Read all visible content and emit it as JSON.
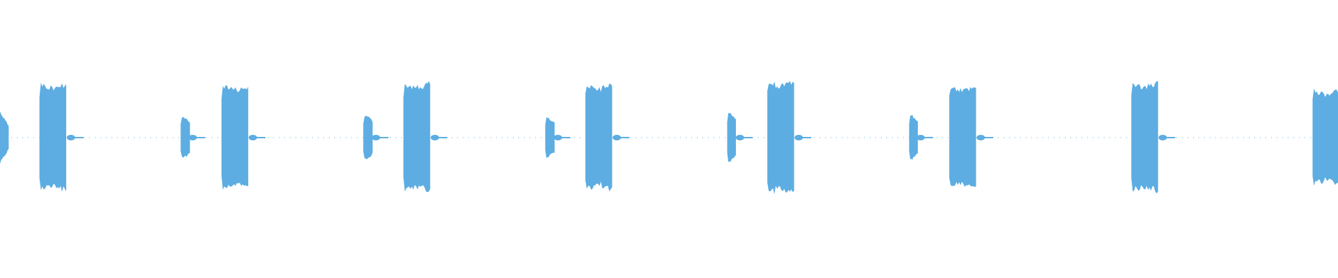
{
  "waveform": {
    "color": "#5dade2",
    "clip_fraction": 0.01,
    "bursts": [
      {
        "kind": "tail",
        "start": 0.0,
        "end": 0.0065,
        "amplitude": 0.42
      },
      {
        "kind": "large",
        "start": 0.0295,
        "end": 0.0495,
        "amplitude": 0.92
      },
      {
        "kind": "small",
        "start": 0.135,
        "end": 0.142,
        "amplitude": 0.36
      },
      {
        "kind": "large",
        "start": 0.1655,
        "end": 0.1855,
        "amplitude": 0.88
      },
      {
        "kind": "small",
        "start": 0.2715,
        "end": 0.2785,
        "amplitude": 0.38
      },
      {
        "kind": "large",
        "start": 0.3015,
        "end": 0.3215,
        "amplitude": 0.93
      },
      {
        "kind": "small",
        "start": 0.4075,
        "end": 0.4145,
        "amplitude": 0.34
      },
      {
        "kind": "large",
        "start": 0.4375,
        "end": 0.4575,
        "amplitude": 0.9
      },
      {
        "kind": "small",
        "start": 0.5435,
        "end": 0.55,
        "amplitude": 0.42
      },
      {
        "kind": "large",
        "start": 0.5735,
        "end": 0.5935,
        "amplitude": 0.96
      },
      {
        "kind": "small",
        "start": 0.6795,
        "end": 0.686,
        "amplitude": 0.38
      },
      {
        "kind": "large",
        "start": 0.7095,
        "end": 0.7295,
        "amplitude": 0.88
      },
      {
        "kind": "large",
        "start": 0.8455,
        "end": 0.8655,
        "amplitude": 0.94
      },
      {
        "kind": "large",
        "start": 0.981,
        "end": 1.0,
        "amplitude": 0.8
      }
    ],
    "blips": [
      0.053,
      0.144,
      0.189,
      0.281,
      0.325,
      0.417,
      0.461,
      0.553,
      0.597,
      0.688,
      0.733,
      0.869
    ]
  }
}
